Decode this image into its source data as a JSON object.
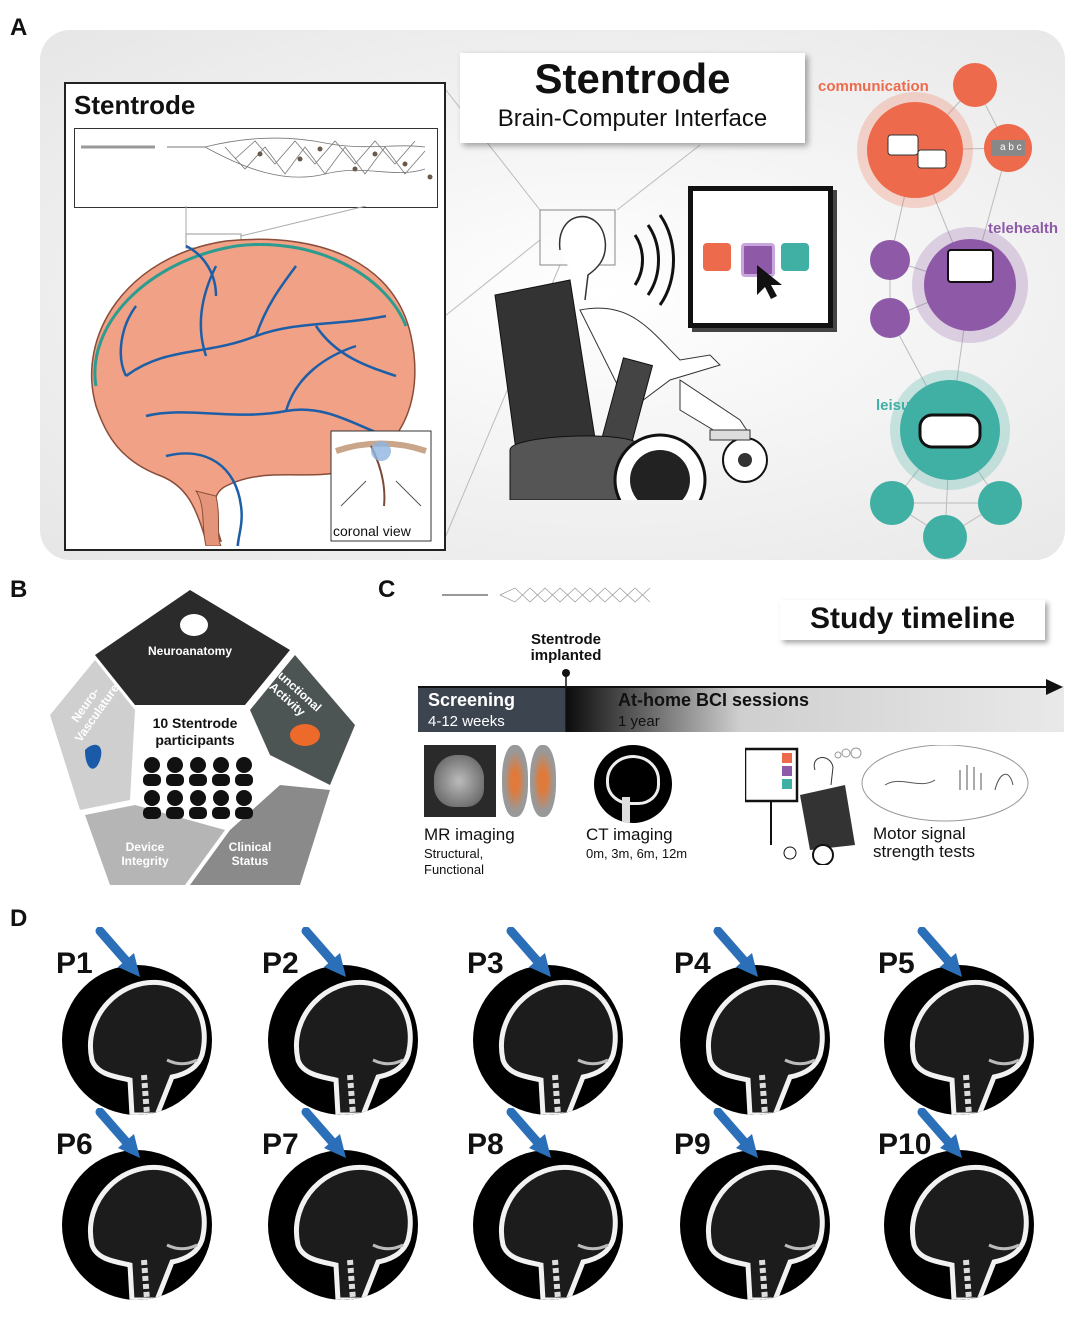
{
  "panels": {
    "a": "A",
    "b": "B",
    "c": "C",
    "d": "D"
  },
  "panel_a": {
    "brain_title": "Stentrode",
    "coronal_label": "coronal view",
    "main_title": "Stentrode",
    "main_subtitle": "Brain-Computer Interface",
    "categories": {
      "communication": "communication",
      "telehealth": "telehealth",
      "leisure": "leisure"
    },
    "abc_label": "a b c",
    "colors": {
      "communication": "#ee6a4c",
      "telehealth": "#8e5aa8",
      "leisure": "#3fb0a3"
    }
  },
  "panel_b": {
    "center_title": "10 Stentrode participants",
    "segments": [
      "Neuroanatomy",
      "Functional Activity",
      "Clinical Status",
      "Device Integrity",
      "Neuro-Vasculature"
    ]
  },
  "panel_c": {
    "title": "Study timeline",
    "implant_label": "Stentrode implanted",
    "screening": "Screening",
    "screening_duration": "4-12 weeks",
    "sessions": "At-home BCI sessions",
    "sessions_duration": "1 year",
    "mr_title": "MR imaging",
    "mr_sub1": "Structural,",
    "mr_sub2": "Functional",
    "ct_title": "CT imaging",
    "ct_sub": "0m, 3m, 6m, 12m",
    "motor_title1": "Motor signal",
    "motor_title2": "strength tests"
  },
  "panel_d": {
    "participants": [
      "P1",
      "P2",
      "P3",
      "P4",
      "P5",
      "P6",
      "P7",
      "P8",
      "P9",
      "P10"
    ]
  }
}
